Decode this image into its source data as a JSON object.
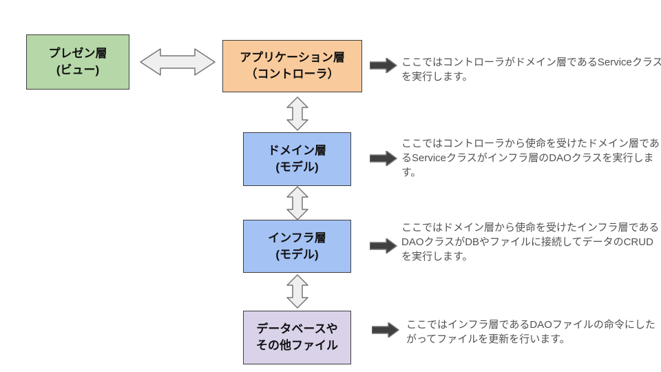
{
  "colors": {
    "presentation_fill": "#b6d7a8",
    "application_fill": "#f9cb9c",
    "domain_fill": "#a4c2f4",
    "infrastructure_fill": "#a4c2f4",
    "database_fill": "#d9d2e9",
    "box_border": "#3d3d3d",
    "connector_fill": "#efefef",
    "connector_border": "#757575",
    "note_arrow": "#404040",
    "note_text": "#515151"
  },
  "diagram": {
    "boxes": [
      {
        "name": "presentation",
        "lines": [
          "プレゼン層",
          "(ビュー)"
        ]
      },
      {
        "name": "application",
        "lines": [
          "アプリケーション層",
          "（コントローラ）"
        ]
      },
      {
        "name": "domain",
        "lines": [
          "ドメイン層",
          "(モデル)"
        ]
      },
      {
        "name": "infrastructure",
        "lines": [
          "インフラ層",
          "(モデル)"
        ]
      },
      {
        "name": "database",
        "lines": [
          "データベースや",
          "その他ファイル"
        ]
      }
    ],
    "notes": [
      {
        "lines": [
          "ここではコントローラがドメイン層であるServiceクラス",
          "を実行します。"
        ]
      },
      {
        "lines": [
          "ここではコントローラから使命を受けたドメイン層であ",
          "るServiceクラスがインフラ層のDAOクラスを実行しま",
          "す。"
        ]
      },
      {
        "lines": [
          "ここではドメイン層から使命を受けたインフラ層である",
          "DAOクラスがDBやファイルに接続してデータのCRUD",
          "を実行します。"
        ]
      },
      {
        "lines": [
          "ここではインフラ層であるDAOファイルの命令にした",
          "がってファイルを更新を行います。"
        ]
      }
    ]
  }
}
